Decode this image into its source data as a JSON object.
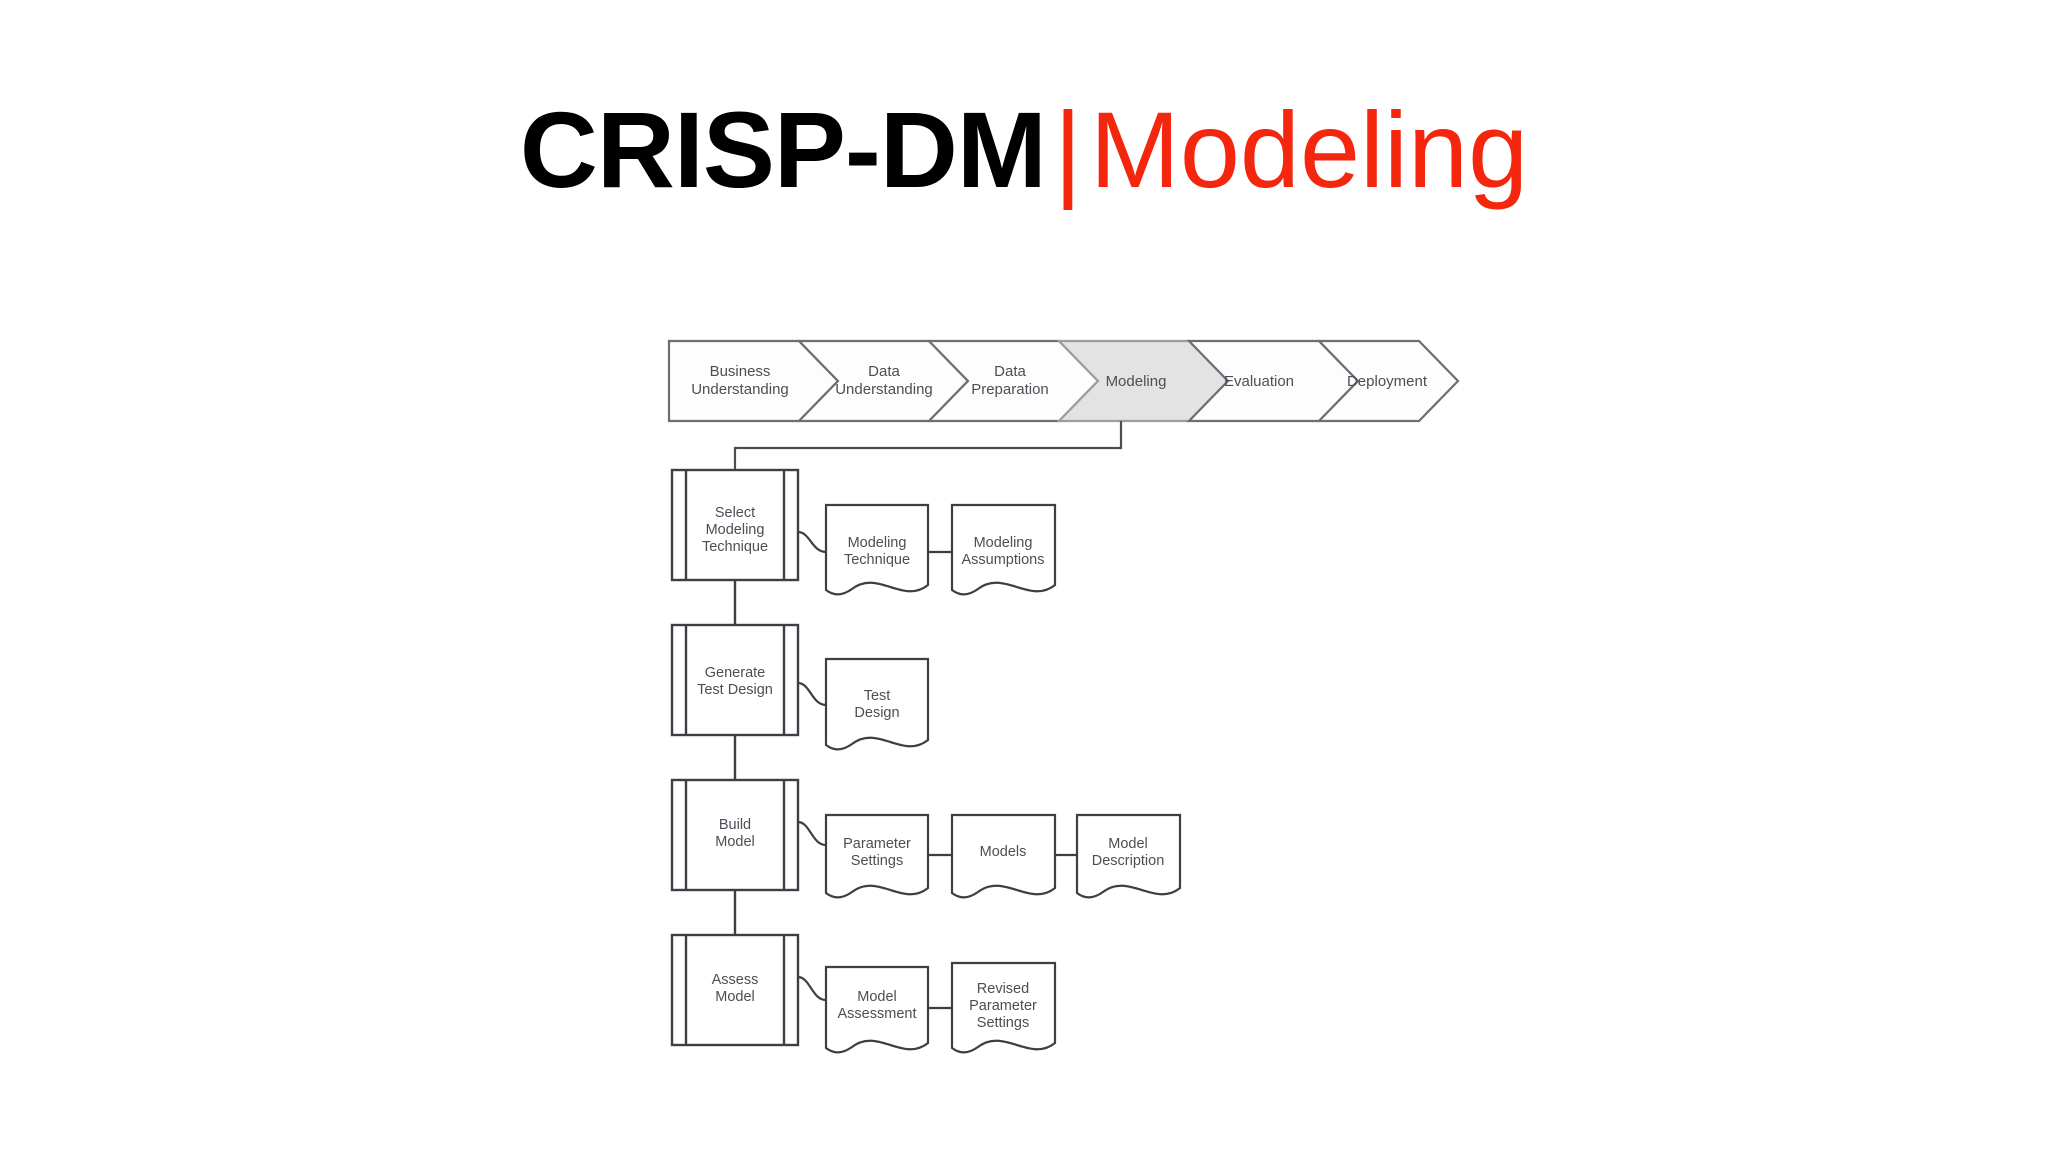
{
  "slide": {
    "title_main": "CRISP-DM",
    "title_separator": "|",
    "title_sub": "Modeling",
    "title_color_main": "#000000",
    "title_color_sub": "#f4260d",
    "background": "#ffffff"
  },
  "phase_banner": {
    "active_phase": "Modeling",
    "active_fill": "#e3e3e3",
    "inactive_fill": "#fdfdfd",
    "stroke": "#6b6e73",
    "phases": [
      {
        "id": "business-understanding",
        "line1": "Business",
        "line2": "Understanding",
        "active": false
      },
      {
        "id": "data-understanding",
        "line1": "Data",
        "line2": "Understanding",
        "active": false
      },
      {
        "id": "data-preparation",
        "line1": "Data",
        "line2": "Preparation",
        "active": false
      },
      {
        "id": "modeling",
        "line1": "Modeling",
        "line2": "",
        "active": true
      },
      {
        "id": "evaluation",
        "line1": "Evaluation",
        "line2": "",
        "active": false
      },
      {
        "id": "deployment",
        "line1": "Deployment",
        "line2": "",
        "active": false
      }
    ]
  },
  "task_flow": {
    "rows": [
      {
        "id": "select-modeling-technique",
        "task": {
          "line1": "Select",
          "line2": "Modeling",
          "line3": "Technique"
        },
        "outputs": [
          {
            "id": "modeling-technique",
            "line1": "Modeling",
            "line2": "Technique",
            "line3": ""
          },
          {
            "id": "modeling-assumptions",
            "line1": "Modeling",
            "line2": "Assumptions",
            "line3": ""
          }
        ]
      },
      {
        "id": "generate-test-design",
        "task": {
          "line1": "Generate",
          "line2": "Test Design",
          "line3": ""
        },
        "outputs": [
          {
            "id": "test-design",
            "line1": "Test",
            "line2": "Design",
            "line3": ""
          }
        ]
      },
      {
        "id": "build-model",
        "task": {
          "line1": "Build",
          "line2": "Model",
          "line3": ""
        },
        "outputs": [
          {
            "id": "parameter-settings",
            "line1": "Parameter",
            "line2": "Settings",
            "line3": ""
          },
          {
            "id": "models",
            "line1": "Models",
            "line2": "",
            "line3": ""
          },
          {
            "id": "model-description",
            "line1": "Model",
            "line2": "Description",
            "line3": ""
          }
        ]
      },
      {
        "id": "assess-model",
        "task": {
          "line1": "Assess",
          "line2": "Model",
          "line3": ""
        },
        "outputs": [
          {
            "id": "model-assessment",
            "line1": "Model",
            "line2": "Assessment",
            "line3": ""
          },
          {
            "id": "revised-parameter-settings",
            "line1": "Revised",
            "line2": "Parameter",
            "line3": "Settings"
          }
        ]
      }
    ]
  }
}
